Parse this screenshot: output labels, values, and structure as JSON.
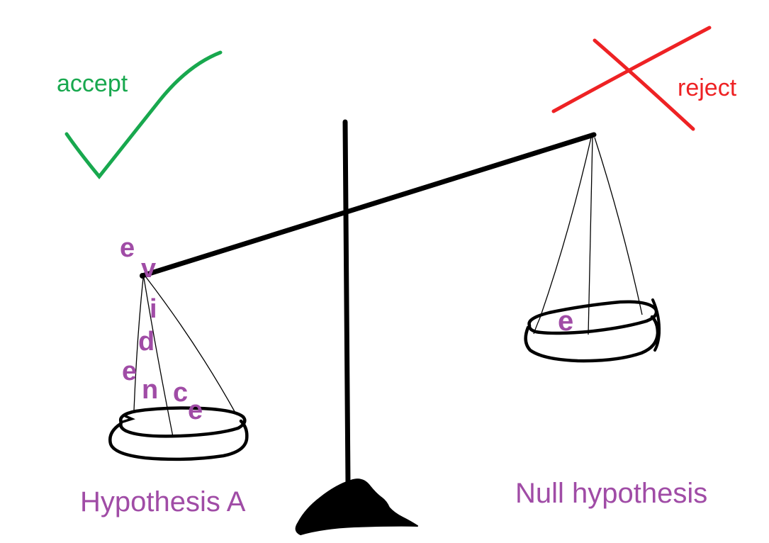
{
  "figure": {
    "background_color": "#ffffff",
    "ink_color": "#000000",
    "tilt": "left pan lowered, right pan raised"
  },
  "annotations": {
    "accept": {
      "label": "accept",
      "color": "#18a84e",
      "icon": "checkmark"
    },
    "reject": {
      "label": "reject",
      "color": "#ee2224",
      "icon": "x-cross"
    }
  },
  "scale": {
    "label_color": "#a04ca6",
    "letter_color": "#a04ca6",
    "left_pan": {
      "label": "Hypothesis A",
      "contents_letters": [
        "e",
        "v",
        "i",
        "d",
        "e",
        "n",
        "c",
        "e"
      ],
      "contents_word": "evidence"
    },
    "right_pan": {
      "label": "Null hypothesis",
      "contents_letters": [
        "e"
      ]
    }
  }
}
